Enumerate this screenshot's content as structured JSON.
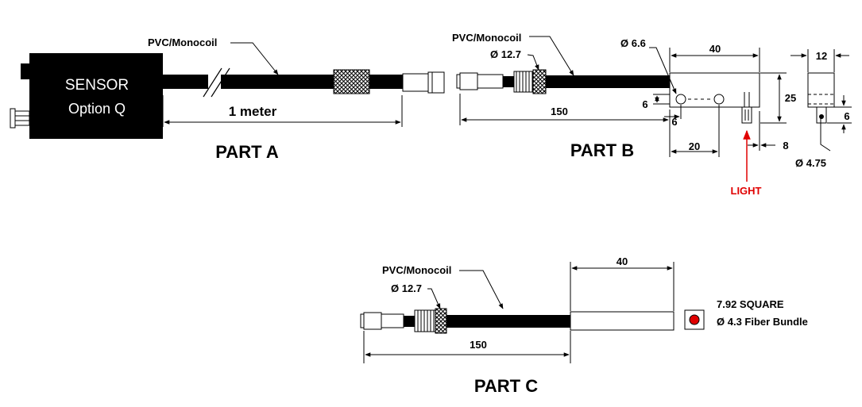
{
  "part_a": {
    "title": "PART A",
    "sensor_line1": "SENSOR",
    "sensor_line2": "Option Q",
    "cable_label": "PVC/Monocoil",
    "length_label": "1 meter"
  },
  "part_b": {
    "title": "PART B",
    "cable_label": "PVC/Monocoil",
    "ferrule_dia": "Ø 12.7",
    "length_150": "150",
    "hole_dia": "Ø 6.6",
    "width_40": "40",
    "height_25": "25",
    "dim_6_left": "6",
    "dim_6_below": "6",
    "dim_20": "20",
    "dim_8": "8",
    "depth_12": "12",
    "dim_6_right": "6",
    "aperture_dia": "Ø 4.75",
    "light_label": "LIGHT",
    "light_color": "#e00000"
  },
  "part_c": {
    "title": "PART C",
    "cable_label": "PVC/Monocoil",
    "ferrule_dia": "Ø 12.7",
    "length_150": "150",
    "tip_40": "40",
    "square_label": "7.92 SQUARE",
    "bundle_label": "Ø 4.3 Fiber Bundle",
    "bundle_color": "#e00000"
  }
}
